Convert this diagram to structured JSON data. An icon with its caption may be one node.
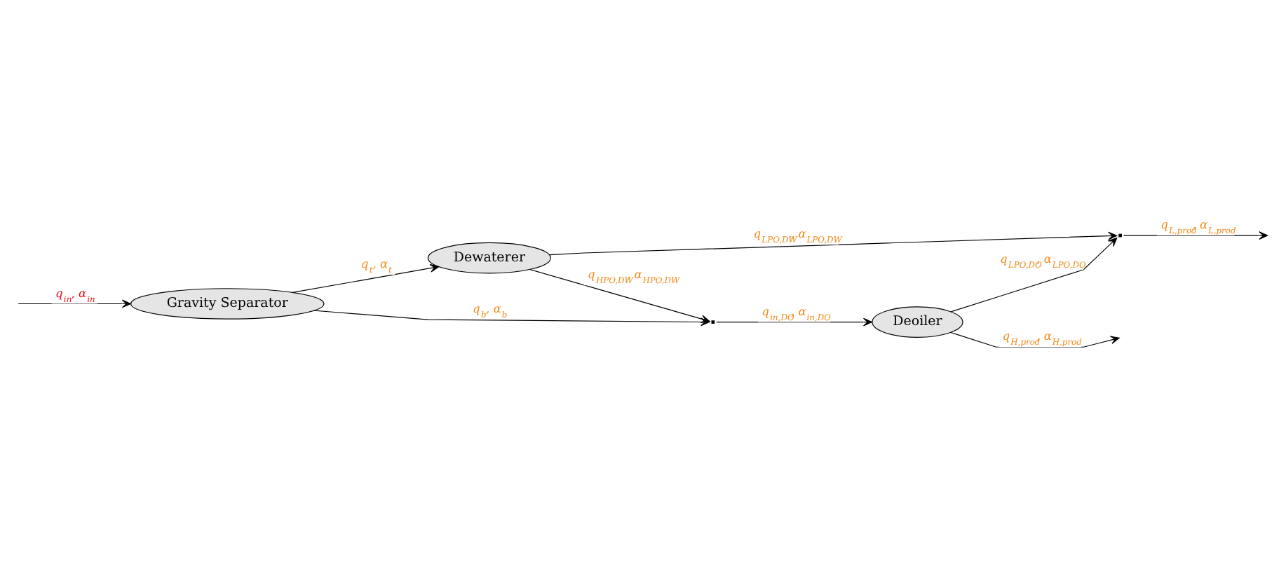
{
  "diagram": {
    "nodes": [
      {
        "text": [
          "Dewaterer"
        ]
      },
      {
        "text": [],
        "shape": "point"
      },
      {
        "text": [
          "Gravity Separator"
        ]
      },
      {
        "text": [],
        "shape": "point"
      },
      {
        "text": [
          "Deoiler"
        ]
      }
    ],
    "edges": [
      {
        "from": null,
        "to": 2,
        "arrow": "to",
        "label": "q$_{in}$, α$_{in}$"
      },
      {
        "from": 2,
        "to": 0,
        "arrow": "to",
        "label": "q$_{t}$, α$_{t}$"
      },
      {
        "from": 0,
        "to": 1,
        "arrow": "to",
        "label": "q$_{LPO,DW}$, α$_{LPO,DW}$"
      },
      {
        "from": 1,
        "to": null,
        "arrow": "to",
        "label": "q$_{L,prod}$, α$_{L,prod}$"
      },
      {
        "from": 0,
        "to": 3,
        "arrow": "to",
        "label": "q$_{HPO,DW}$, α$_{HPO,DW}$"
      },
      {
        "from": 4,
        "to": 1,
        "arrow": "to",
        "label": "q$_{LPO,DO}$, α$_{LPO,DO}$"
      },
      {
        "from": 2,
        "to": 3,
        "arrow": "to",
        "label": "q$_{b}$, α$_{b}$"
      },
      {
        "from": 3,
        "to": 4,
        "arrow": "to",
        "label": "q$_{in,DO}$, α$_{in,DO}$"
      },
      {
        "from": 4,
        "to": null,
        "arrow": "to",
        "label": "q$_{H,prod}$, α$_{H,prod}$"
      }
    ]
  }
}
